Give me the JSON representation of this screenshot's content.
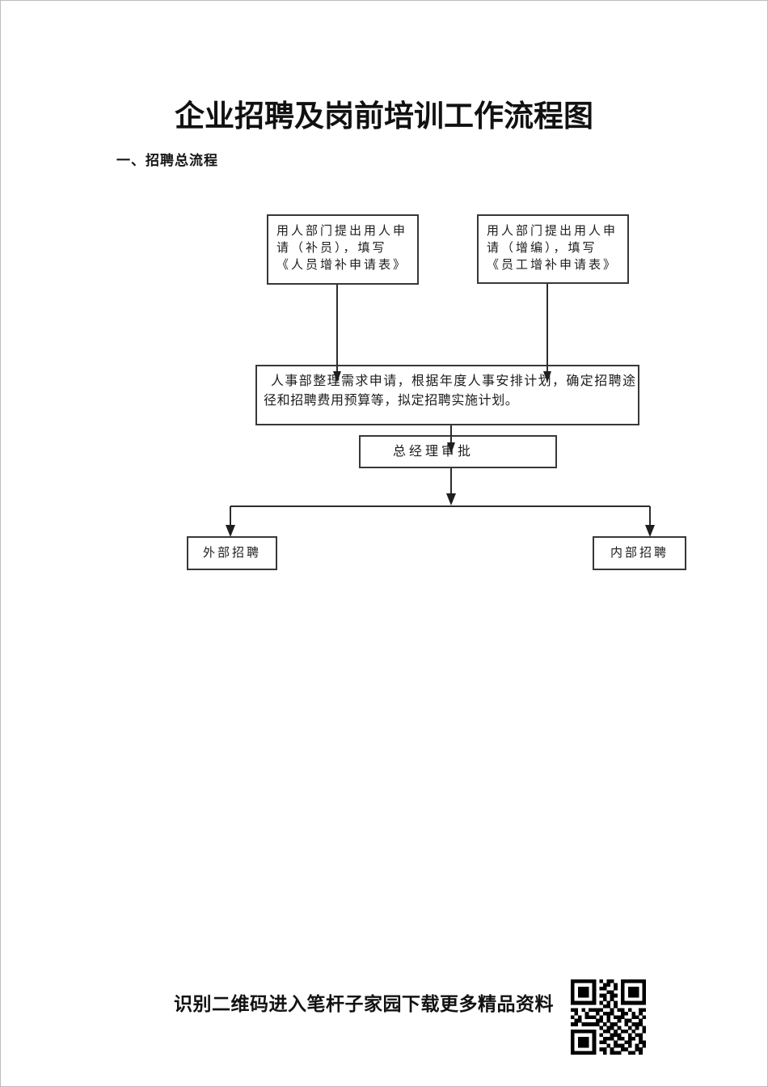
{
  "page": {
    "title": "企业招聘及岗前培训工作流程图",
    "section_heading": "一、招聘总流程"
  },
  "flowchart": {
    "box_request_supplement": {
      "lines": [
        "用人部门提出用人申",
        "请（补员），填写",
        "《人员增补申请表》"
      ]
    },
    "box_request_expansion": {
      "lines": [
        "用人部门提出用人申",
        "请（增编），填写",
        "《员工增补申请表》"
      ]
    },
    "box_hr_plan": {
      "lines": [
        "人事部整理需求申请，根据年度人事安排计划，确定招聘途",
        "径和招聘费用预算等，拟定招聘实施计划。"
      ]
    },
    "box_gm_approval": {
      "label": "总经理审批"
    },
    "box_external": {
      "label": "外部招聘"
    },
    "box_internal": {
      "label": "内部招聘"
    }
  },
  "footer": {
    "text": "识别二维码进入笔杆子家园下载更多精品资料",
    "qr_icon": "qr-code",
    "qr_matrix": [
      "111111101011001111111",
      "100000100110101000001",
      "101110101100101011101",
      "101110100011001011101",
      "101110101101101011101",
      "100000100101001000001",
      "111111101010101111111",
      "000000000110100000000",
      "110101111001011010011",
      "010010010111001101010",
      "101011101010111001101",
      "011000011010010110010",
      "110111110101100101110",
      "000000001011010010101",
      "111111100110101101001",
      "100000101001110010110",
      "101110100111011011010",
      "101110101100100110011",
      "101110100010111010101",
      "100000101101001100110",
      "111111100101110011010"
    ]
  },
  "colors": {
    "ink": "#1d1d1d",
    "box_border": "#383838",
    "connector": "#2d2d2d",
    "page_border": "#bdbdbd"
  }
}
